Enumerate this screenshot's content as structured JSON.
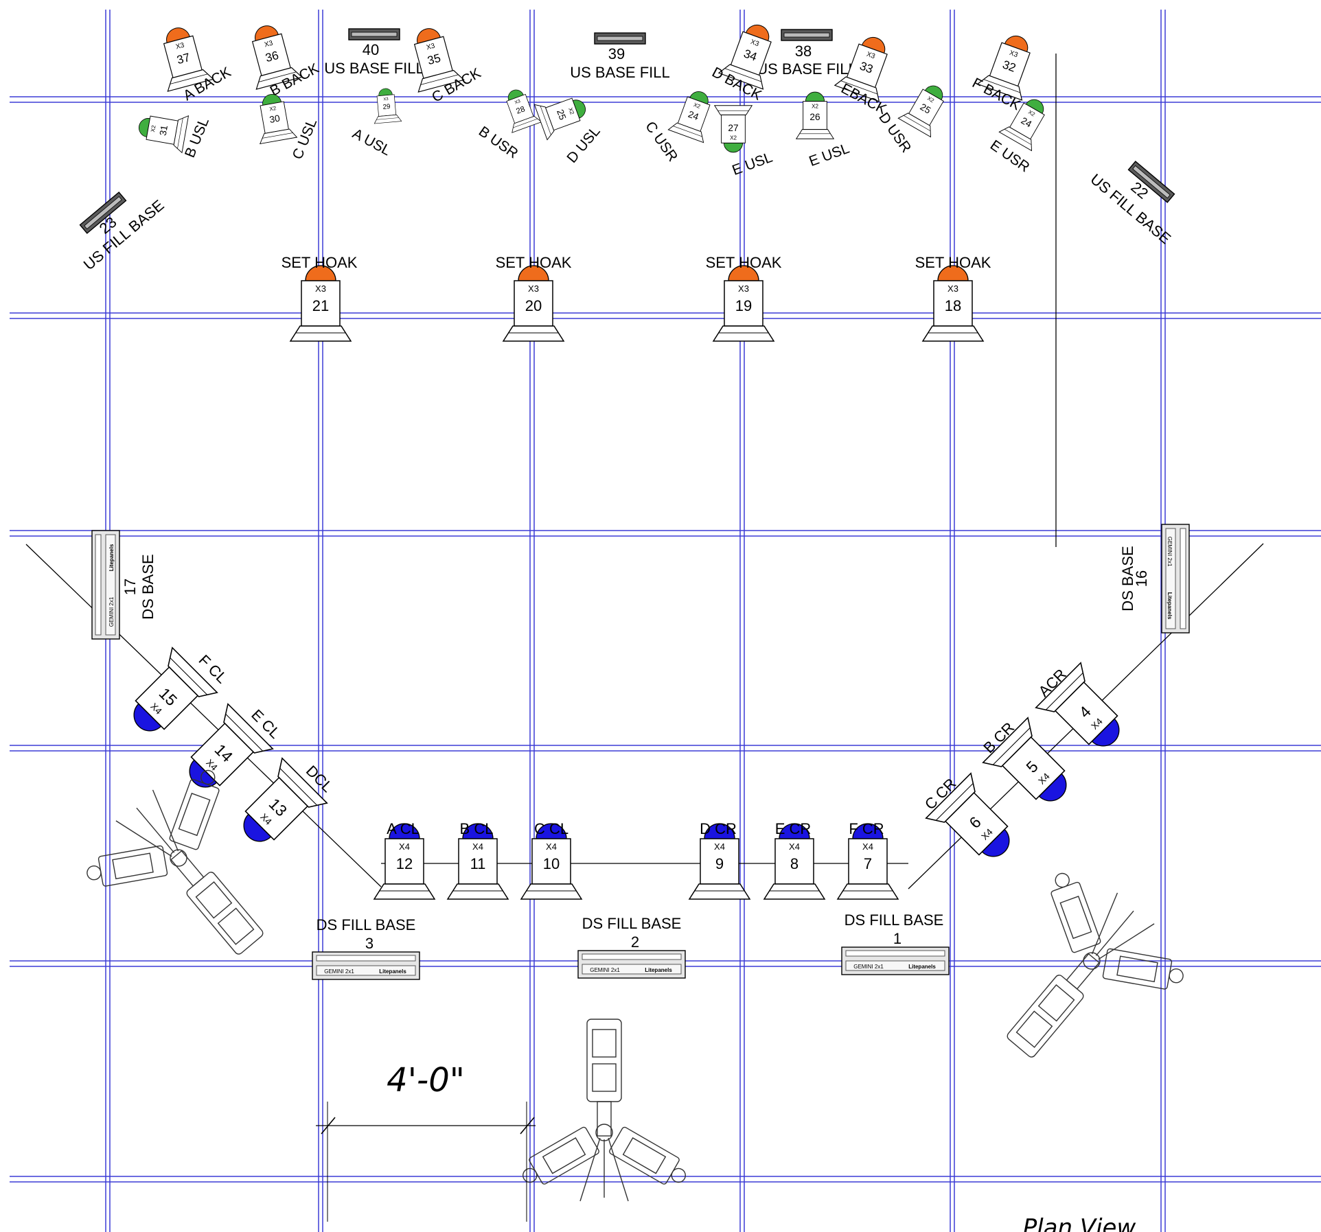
{
  "colors": {
    "grid": "#3b3bd6",
    "outline": "#000000",
    "lens_x3": "#ef6c1c",
    "lens_x2": "#3fae3f",
    "lens_x4": "#1a14e0",
    "panel_fill": "#e6e6e6",
    "panel_dark": "#5a5a5a"
  },
  "fixtures": [
    {
      "num": "37",
      "count": "X3",
      "label": "A BACK",
      "lens": "x3"
    },
    {
      "num": "36",
      "count": "X3",
      "label": "B BACK",
      "lens": "x3"
    },
    {
      "num": "35",
      "count": "X3",
      "label": "C BACK",
      "lens": "x3"
    },
    {
      "num": "34",
      "count": "X3",
      "label": "D BACK",
      "lens": "x3"
    },
    {
      "num": "33",
      "count": "X3",
      "label": "EBACK",
      "lens": "x3"
    },
    {
      "num": "32",
      "count": "X3",
      "label": "F BACK",
      "lens": "x3"
    },
    {
      "num": "31",
      "count": "X2",
      "label": "B USL",
      "lens": "x2"
    },
    {
      "num": "30",
      "count": "X2",
      "label": "C USL",
      "lens": "x2"
    },
    {
      "num": "29",
      "count": "X3",
      "label": "A USL",
      "lens": "x2"
    },
    {
      "num": "28",
      "count": "X3",
      "label": "B USR",
      "lens": "x2"
    },
    {
      "num": "25",
      "count": "X2",
      "label": "D USL",
      "lens": "x2"
    },
    {
      "num": "24",
      "count": "X2",
      "label": "C USR",
      "lens": "x2"
    },
    {
      "num": "27",
      "count": "X2",
      "label": "E USL",
      "lens": "x2"
    },
    {
      "num": "26",
      "count": "X2",
      "label": "E USL",
      "lens": "x2"
    },
    {
      "num": "25",
      "count": "X2",
      "label": "D USR",
      "lens": "x2"
    },
    {
      "num": "24",
      "count": "X2",
      "label": "E USR",
      "lens": "x2"
    },
    {
      "num": "21",
      "count": "X3",
      "label": "SET HOAK",
      "lens": "x3"
    },
    {
      "num": "20",
      "count": "X3",
      "label": "SET HOAK",
      "lens": "x3"
    },
    {
      "num": "19",
      "count": "X3",
      "label": "SET HOAK",
      "lens": "x3"
    },
    {
      "num": "18",
      "count": "X3",
      "label": "SET HOAK",
      "lens": "x3"
    },
    {
      "num": "15",
      "count": "X4",
      "label": "F CL",
      "lens": "x4"
    },
    {
      "num": "14",
      "count": "X4",
      "label": "E CL",
      "lens": "x4"
    },
    {
      "num": "13",
      "count": "X4",
      "label": "DCL",
      "lens": "x4"
    },
    {
      "num": "12",
      "count": "X4",
      "label": "A CL",
      "lens": "x4"
    },
    {
      "num": "11",
      "count": "X4",
      "label": "B CL",
      "lens": "x4"
    },
    {
      "num": "10",
      "count": "X4",
      "label": "C CL",
      "lens": "x4"
    },
    {
      "num": "9",
      "count": "X4",
      "label": "D CR",
      "lens": "x4"
    },
    {
      "num": "8",
      "count": "X4",
      "label": "E CR",
      "lens": "x4"
    },
    {
      "num": "7",
      "count": "X4",
      "label": "F CR",
      "lens": "x4"
    },
    {
      "num": "4",
      "count": "X4",
      "label": "ACR",
      "lens": "x4"
    },
    {
      "num": "5",
      "count": "X4",
      "label": "B CR",
      "lens": "x4"
    },
    {
      "num": "6",
      "count": "X4",
      "label": "C CR",
      "lens": "x4"
    }
  ],
  "panels": [
    {
      "num": "40",
      "label": "US BASE FILL"
    },
    {
      "num": "39",
      "label": "US BASE FILL"
    },
    {
      "num": "38",
      "label": "US BASE FILL"
    },
    {
      "num": "23",
      "label": "US FILL BASE"
    },
    {
      "num": "22",
      "label": "US FILL BASE"
    },
    {
      "num": "17",
      "label": "DS BASE",
      "brand": "GEMINI 2x1",
      "maker": "Litepanels"
    },
    {
      "num": "16",
      "label": "DS BASE",
      "brand": "GEMINI 2x1",
      "maker": "Litepanels"
    },
    {
      "num": "3",
      "label": "DS FILL BASE",
      "brand": "GEMINI 2x1",
      "maker": "Litepanels"
    },
    {
      "num": "2",
      "label": "DS FILL BASE",
      "brand": "GEMINI 2x1",
      "maker": "Litepanels"
    },
    {
      "num": "1",
      "label": "DS FILL BASE",
      "brand": "GEMINI 2x1",
      "maker": "Litepanels"
    }
  ],
  "cameras": [
    {
      "icon": "camera-pedestal-icon"
    },
    {
      "icon": "camera-pedestal-icon"
    },
    {
      "icon": "camera-pedestal-icon"
    }
  ],
  "dimension": {
    "label": "4'-0\""
  },
  "view_title": "Plan View"
}
